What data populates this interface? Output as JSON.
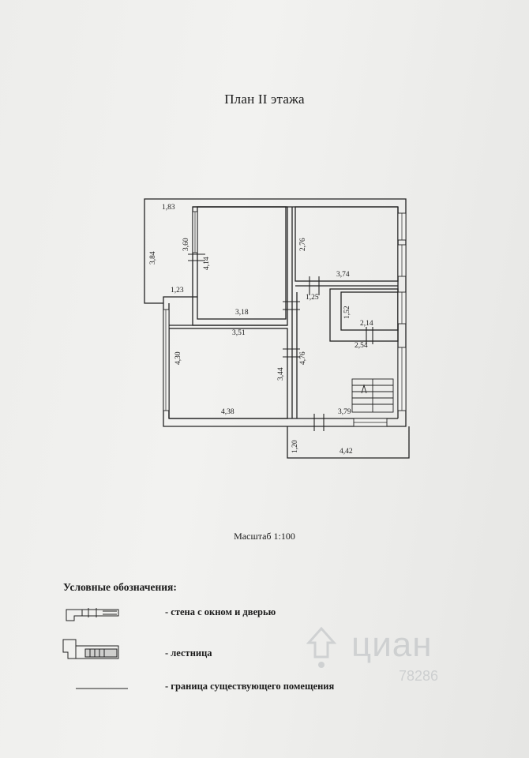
{
  "title": "План II этажа",
  "dimensions": {
    "balcony_width": "1,83",
    "balcony_depth": "3,84",
    "room1_depth": "3,60",
    "room1_inner": "4,14",
    "balcony_step": "1,23",
    "room1_width": "3,18",
    "room2_width": "3,51",
    "room2_depth": "4,30",
    "room2_right": "3,44",
    "room2_bottom": "4,38",
    "room3_depth": "2,76",
    "room3_width": "3,74",
    "hall_step": "1,25",
    "wc_depth": "1,52",
    "wc_width": "2,14",
    "wc_outer": "2,54",
    "hall_depth": "4,76",
    "hall_width": "3,79",
    "terrace_depth": "1,20",
    "terrace_width": "4,42"
  },
  "scale": "Масштаб 1:100",
  "legend": {
    "title": "Условные обозначения:",
    "items": [
      {
        "icon": "wall-window-door-symbol",
        "label": "- стена с окном и дверью"
      },
      {
        "icon": "stairs-symbol",
        "label": "- лестница"
      },
      {
        "icon": "boundary-line-symbol",
        "label": "- граница существующего помещения"
      }
    ]
  },
  "watermark": {
    "brand": "циан",
    "number": "78286",
    "icon": "cian-logo-icon"
  }
}
